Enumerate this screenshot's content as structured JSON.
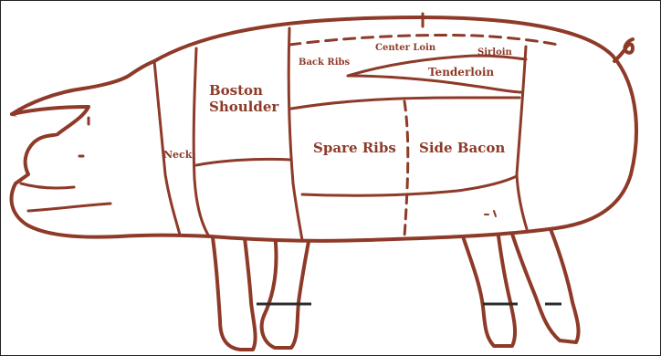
{
  "colors": {
    "outline": "#8e3a29",
    "fill": "#ffffff",
    "hoof_band": "#2c2c2c"
  },
  "cuts": {
    "neck": "Neck",
    "boston_shoulder_line1": "Boston",
    "boston_shoulder_line2": "Shoulder",
    "back_ribs": "Back Ribs",
    "center_loin": "Center Loin",
    "sirloin": "Sirloin",
    "tenderloin": "Tenderloin",
    "spare_ribs": "Spare Ribs",
    "side_bacon": "Side Bacon"
  }
}
